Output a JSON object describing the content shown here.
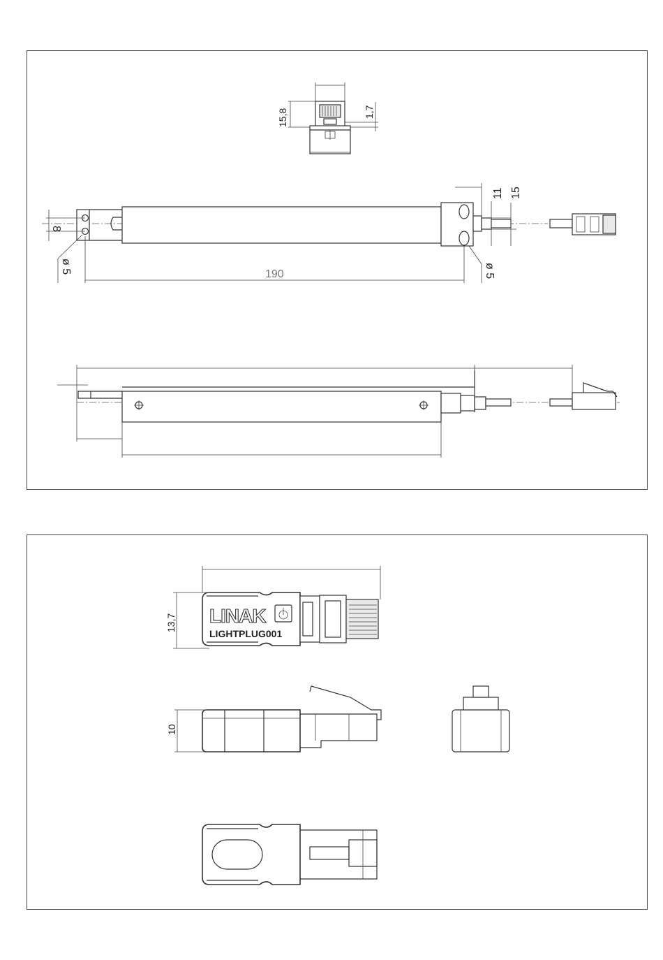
{
  "top_panel": {
    "plug_front": {
      "height_dim": "15,8",
      "offset_dim": "1,7"
    },
    "actuator_top": {
      "pitch_dim": "8",
      "hole_left": "ø 5",
      "length_dim": "190",
      "hole_right": "ø 5",
      "dim_a": "11",
      "dim_b": "15"
    }
  },
  "bottom_panel": {
    "plug_top": {
      "height_dim": "13,7",
      "brand": "LINAK",
      "model": "LIGHTPLUG001"
    },
    "plug_side": {
      "height_dim": "10"
    }
  }
}
